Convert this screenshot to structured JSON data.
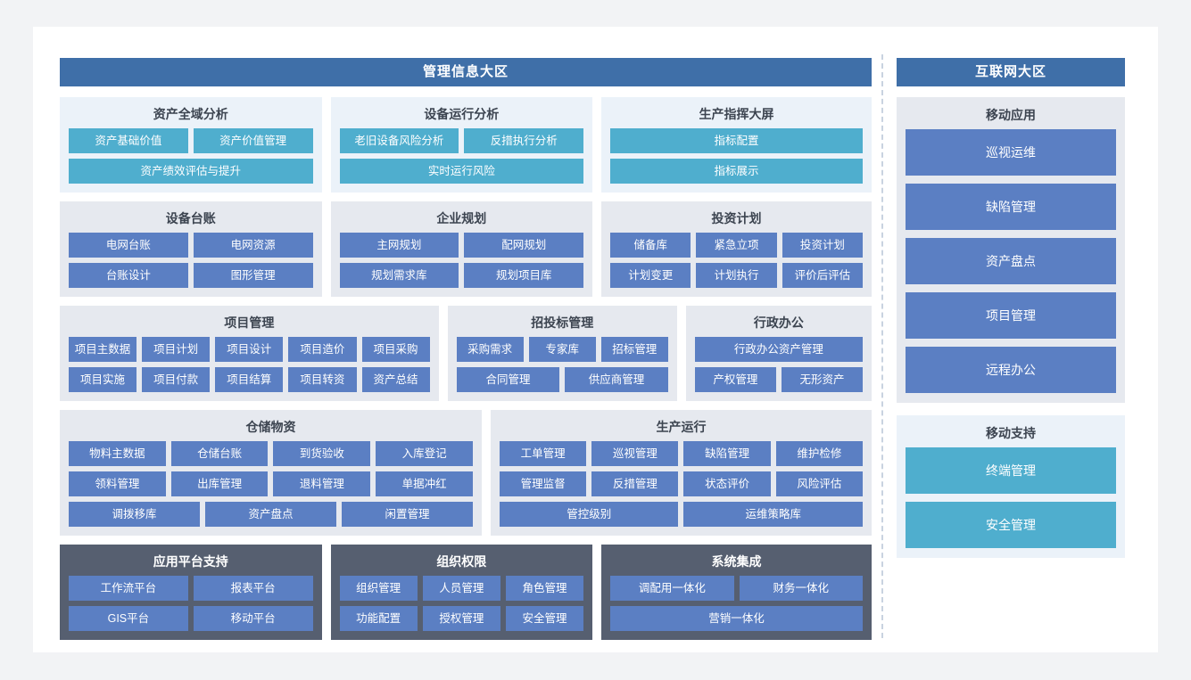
{
  "left_region": {
    "title": "管理信息大区",
    "rows": [
      {
        "panels": [
          {
            "title": "资产全域分析",
            "style": "tint-blue",
            "tile_style": "teal",
            "flex": 292,
            "tile_rows": [
              [
                "资产基础价值",
                "资产价值管理"
              ],
              [
                "资产绩效评估与提升"
              ]
            ]
          },
          {
            "title": "设备运行分析",
            "style": "tint-blue",
            "tile_style": "teal",
            "flex": 292,
            "tile_rows": [
              [
                "老旧设备风险分析",
                "反措执行分析"
              ],
              [
                "实时运行风险"
              ]
            ]
          },
          {
            "title": "生产指挥大屏",
            "style": "tint-blue",
            "tile_style": "teal",
            "flex": 302,
            "tile_rows": [
              [
                "指标配置"
              ],
              [
                "指标展示"
              ]
            ]
          }
        ]
      },
      {
        "panels": [
          {
            "title": "设备台账",
            "style": "tint-grey",
            "tile_style": "blue",
            "flex": 292,
            "tile_rows": [
              [
                "电网台账",
                "电网资源"
              ],
              [
                "台账设计",
                "图形管理"
              ]
            ]
          },
          {
            "title": "企业规划",
            "style": "tint-grey",
            "tile_style": "blue",
            "flex": 292,
            "tile_rows": [
              [
                "主网规划",
                "配网规划"
              ],
              [
                "规划需求库",
                "规划项目库"
              ]
            ]
          },
          {
            "title": "投资计划",
            "style": "tint-grey",
            "tile_style": "blue",
            "flex": 302,
            "tile_rows": [
              [
                "储备库",
                "紧急立项",
                "投资计划"
              ],
              [
                "计划变更",
                "计划执行",
                "评价后评估"
              ]
            ]
          }
        ]
      },
      {
        "panels": [
          {
            "title": "项目管理",
            "style": "tint-grey",
            "tile_style": "blue",
            "flex": 430,
            "tile_rows": [
              [
                "项目主数据",
                "项目计划",
                "项目设计",
                "项目造价",
                "项目采购"
              ],
              [
                "项目实施",
                "项目付款",
                "项目结算",
                "项目转资",
                "资产总结"
              ]
            ]
          },
          {
            "title": "招投标管理",
            "style": "tint-grey",
            "tile_style": "blue",
            "flex": 252,
            "tile_rows": [
              [
                "采购需求",
                "专家库",
                "招标管理"
              ],
              [
                "合同管理",
                "供应商管理"
              ]
            ]
          },
          {
            "title": "行政办公",
            "style": "tint-grey",
            "tile_style": "blue",
            "flex": 200,
            "tile_rows": [
              [
                "行政办公资产管理"
              ],
              [
                "产权管理",
                "无形资产"
              ]
            ]
          }
        ]
      },
      {
        "panels": [
          {
            "title": "仓储物资",
            "style": "tint-grey",
            "tile_style": "blue",
            "flex": 474,
            "tile_rows": [
              [
                "物料主数据",
                "仓储台账",
                "到货验收",
                "入库登记"
              ],
              [
                "领料管理",
                "出库管理",
                "退料管理",
                "单据冲红"
              ],
              [
                "调拨移库",
                "资产盘点",
                "闲置管理"
              ]
            ]
          },
          {
            "title": "生产运行",
            "style": "tint-grey",
            "tile_style": "blue",
            "flex": 426,
            "tile_rows": [
              [
                "工单管理",
                "巡视管理",
                "缺陷管理",
                "维护检修"
              ],
              [
                "管理监督",
                "反措管理",
                "状态评价",
                "风险评估"
              ],
              [
                "管控级别",
                "运维策略库"
              ]
            ]
          }
        ]
      },
      {
        "panels": [
          {
            "title": "应用平台支持",
            "style": "tint-dark",
            "tile_style": "blue",
            "flex": 292,
            "tile_rows": [
              [
                "工作流平台",
                "报表平台"
              ],
              [
                "GIS平台",
                "移动平台"
              ]
            ]
          },
          {
            "title": "组织权限",
            "style": "tint-dark",
            "tile_style": "blue",
            "flex": 292,
            "tile_rows": [
              [
                "组织管理",
                "人员管理",
                "角色管理"
              ],
              [
                "功能配置",
                "授权管理",
                "安全管理"
              ]
            ]
          },
          {
            "title": "系统集成",
            "style": "tint-dark",
            "tile_style": "blue",
            "flex": 302,
            "tile_rows": [
              [
                "调配用一体化",
                "财务一体化"
              ],
              [
                "营销一体化"
              ]
            ]
          }
        ]
      }
    ]
  },
  "right_region": {
    "title": "互联网大区",
    "panels": [
      {
        "title": "移动应用",
        "style": "tint-grey",
        "tile_style": "blue",
        "tiles": [
          "巡视运维",
          "缺陷管理",
          "资产盘点",
          "项目管理",
          "远程办公"
        ]
      },
      {
        "title": "移动支持",
        "style": "tint-blue",
        "tile_style": "teal",
        "tiles": [
          "终端管理",
          "安全管理"
        ]
      }
    ]
  },
  "colors": {
    "header_bar": "#3f6fa8",
    "tile_teal": "#4faece",
    "tile_blue": "#5b7fc3",
    "panel_tint_blue": "#ebf2f9",
    "panel_tint_grey": "#e6e9ef",
    "panel_tint_dark": "#565f70",
    "page_background": "#f2f3f5",
    "card_background": "#ffffff",
    "divider": "#c9d3e0"
  }
}
